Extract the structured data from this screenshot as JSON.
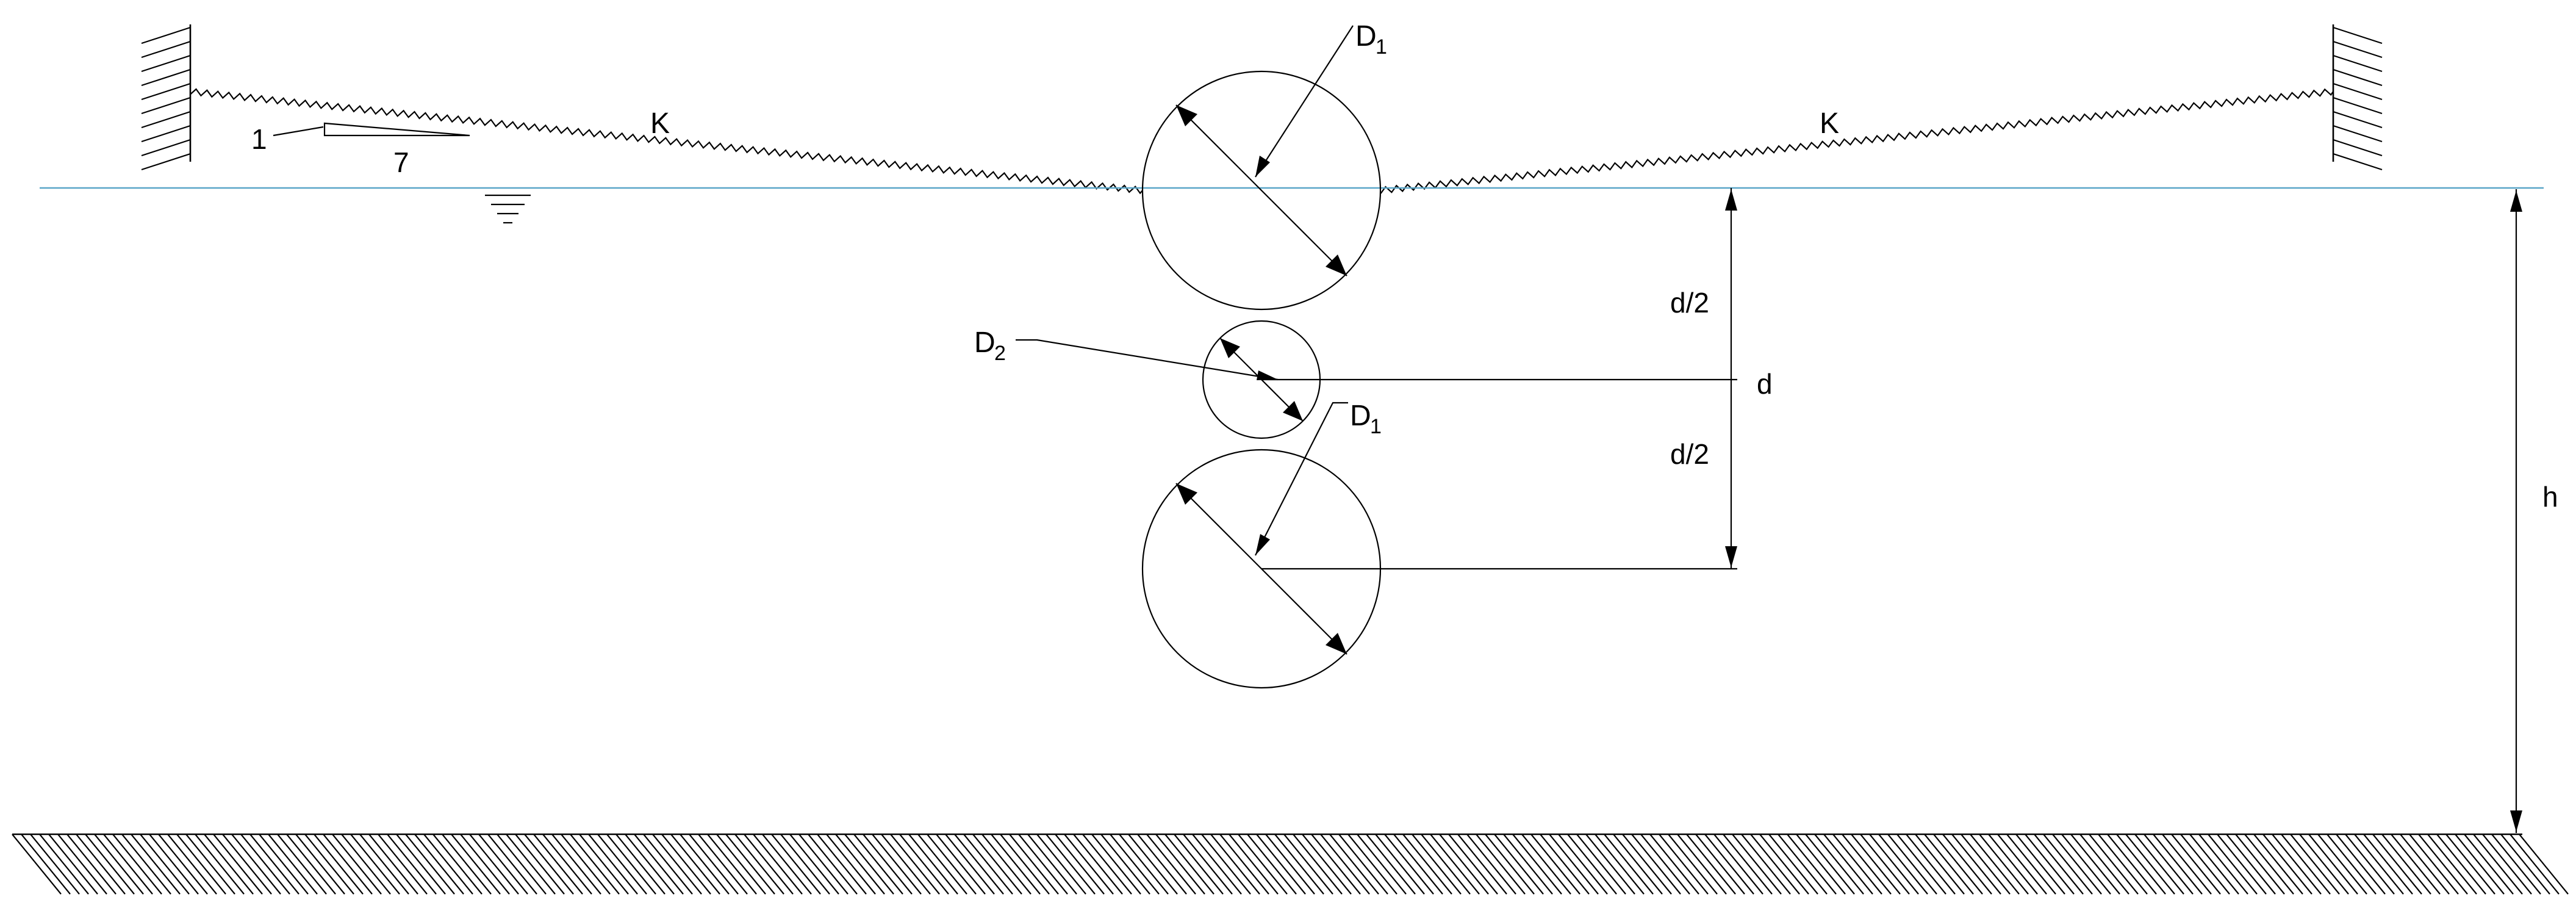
{
  "labels": {
    "spring_left": "K",
    "spring_right": "K",
    "ratio_left": "1",
    "ratio_right": "7",
    "upper_diameter_main": "D",
    "upper_diameter_sub": "1",
    "middle_diameter_main": "D",
    "middle_diameter_sub": "2",
    "lower_diameter_main": "D",
    "lower_diameter_sub": "1",
    "half_spacing_upper": "d/2",
    "half_spacing_lower": "d/2",
    "spacing": "d",
    "depth": "h"
  },
  "colors": {
    "ink": "#000000",
    "water_line": "#5aa6c8",
    "background": "#ffffff"
  }
}
